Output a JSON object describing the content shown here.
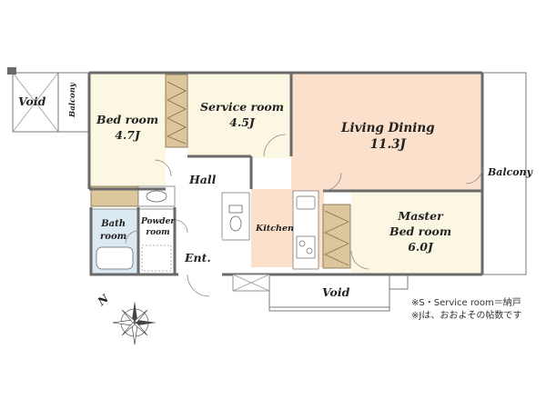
{
  "rooms": {
    "void_left": "Void",
    "balcony_left": "Balcony",
    "bedroom": {
      "name": "Bed room",
      "size": "4.7J"
    },
    "service_room": {
      "name": "Service room",
      "size": "4.5J"
    },
    "living_dining": {
      "name": "Living Dining",
      "size": "11.3J"
    },
    "balcony_right": "Balcony",
    "hall": "Hall",
    "bath": {
      "line1": "Bath",
      "line2": "room"
    },
    "powder": {
      "line1": "Powder",
      "line2": "room"
    },
    "kitchen": "Kitchen",
    "master": {
      "line1": "Master",
      "line2": "Bed room",
      "size": "6.0J"
    },
    "entrance": "Ent.",
    "void_bottom": "Void"
  },
  "compass": {
    "label": "N"
  },
  "notes": {
    "line1": "※S・Service room＝納戸",
    "line2": "※Jは、おおよその帖数です"
  },
  "colors": {
    "living": "#fbe0cb",
    "rooms": "#fbf7e2",
    "bath": "#dbeaf2",
    "wet": "#ffffff",
    "closet": "#dcc69b",
    "walls": "#6a6a6a"
  }
}
